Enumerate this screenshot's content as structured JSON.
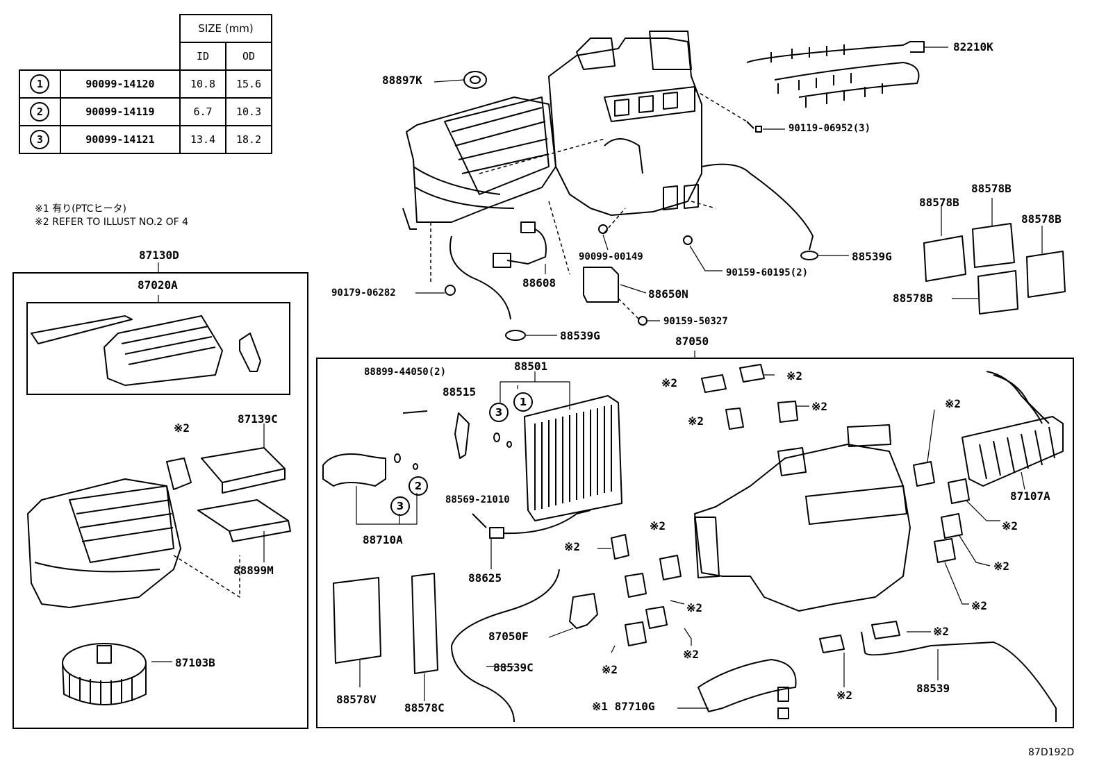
{
  "size_table": {
    "header": "SIZE (mm)",
    "col_id": "ID",
    "col_od": "OD",
    "rows": [
      {
        "mark": "1",
        "part": "90099-14120",
        "id": "10.8",
        "od": "15.6"
      },
      {
        "mark": "2",
        "part": "90099-14119",
        "id": "6.7",
        "od": "10.3"
      },
      {
        "mark": "3",
        "part": "90099-14121",
        "id": "13.4",
        "od": "18.2"
      }
    ]
  },
  "notes": {
    "note1": "※1 有り(PTCヒータ)",
    "note2": "※2 REFER TO ILLUST NO.2 OF 4"
  },
  "labels": {
    "p88897K": "88897K",
    "p82210K": "82210K",
    "p90119": "90119-06952(3)",
    "p88578B_a": "88578B",
    "p88578B_b": "88578B",
    "p88578B_c": "88578B",
    "p88578B_d": "88578B",
    "p88539G_a": "88539G",
    "p88539G_b": "88539G",
    "p90099_00149": "90099-00149",
    "p90159_60195": "90159-60195(2)",
    "p88608": "88608",
    "p88650N": "88650N",
    "p90179": "90179-06282",
    "p90159_50327": "90159-50327",
    "p87050": "87050",
    "p87130D": "87130D",
    "p87020A": "87020A",
    "p87139C": "87139C",
    "p88899M": "88899M",
    "p87103B": "87103B",
    "p88899_44050": "88899-44050(2)",
    "p88501": "88501",
    "p88515": "88515",
    "p88569": "88569-21010",
    "p88710A": "88710A",
    "p88625": "88625",
    "p88578V": "88578V",
    "p88578C": "88578C",
    "p87050F": "87050F",
    "p88539C": "88539C",
    "p87710G": "※1 87710G",
    "p88539": "88539",
    "p87107A": "87107A",
    "ref2": "※2",
    "mark1": "1",
    "mark2": "2",
    "mark3": "3",
    "code": "87D192D"
  }
}
